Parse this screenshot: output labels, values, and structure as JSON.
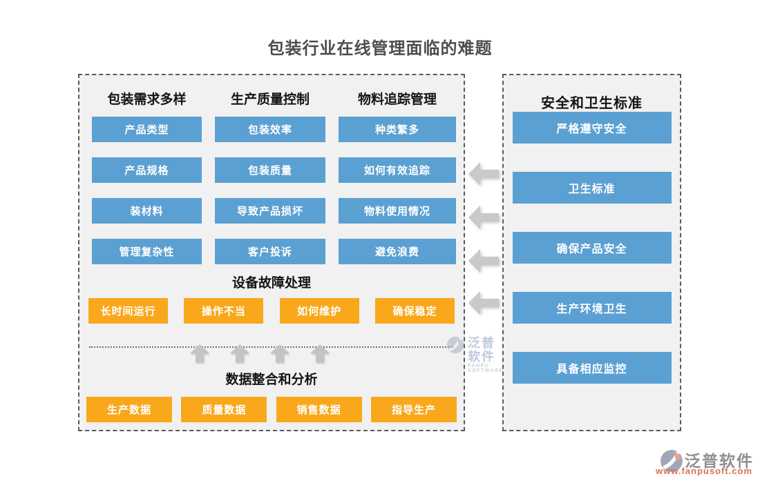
{
  "title": "包装行业在线管理面临的难题",
  "colors": {
    "blue": "#5ba0d2",
    "orange": "#f9a81c",
    "panel_bg": "#f1f1f1",
    "arrow_gray": "#c9c9c9"
  },
  "left_panel": {
    "columns": [
      {
        "header": "包装需求多样",
        "items": [
          "产品类型",
          "产品规格",
          "装材料",
          "管理复杂性"
        ]
      },
      {
        "header": "生产质量控制",
        "items": [
          "包装效率",
          "包装质量",
          "导致产品损坏",
          "客户投诉"
        ]
      },
      {
        "header": "物料追踪管理",
        "items": [
          "种类繁多",
          "如何有效追踪",
          "物料使用情况",
          "避免浪费"
        ]
      }
    ],
    "equipment_section": {
      "header": "设备故障处理",
      "items": [
        "长时间运行",
        "操作不当",
        "如何维护",
        "确保稳定"
      ]
    },
    "data_section": {
      "header": "数据整合和分析",
      "items": [
        "生产数据",
        "质量数据",
        "销售数据",
        "指导生产"
      ]
    }
  },
  "right_panel": {
    "header": "安全和卫生标准",
    "items": [
      "严格遵守安全",
      "卫生标准",
      "确保产品安全",
      "生产环境卫生",
      "具备相应监控"
    ]
  },
  "watermark": {
    "name": "泛普软件",
    "subtitle": "FANPU SOFTWARE"
  },
  "footer_logo": {
    "name": "泛普软件",
    "url": "www.fanpusoft.com"
  }
}
